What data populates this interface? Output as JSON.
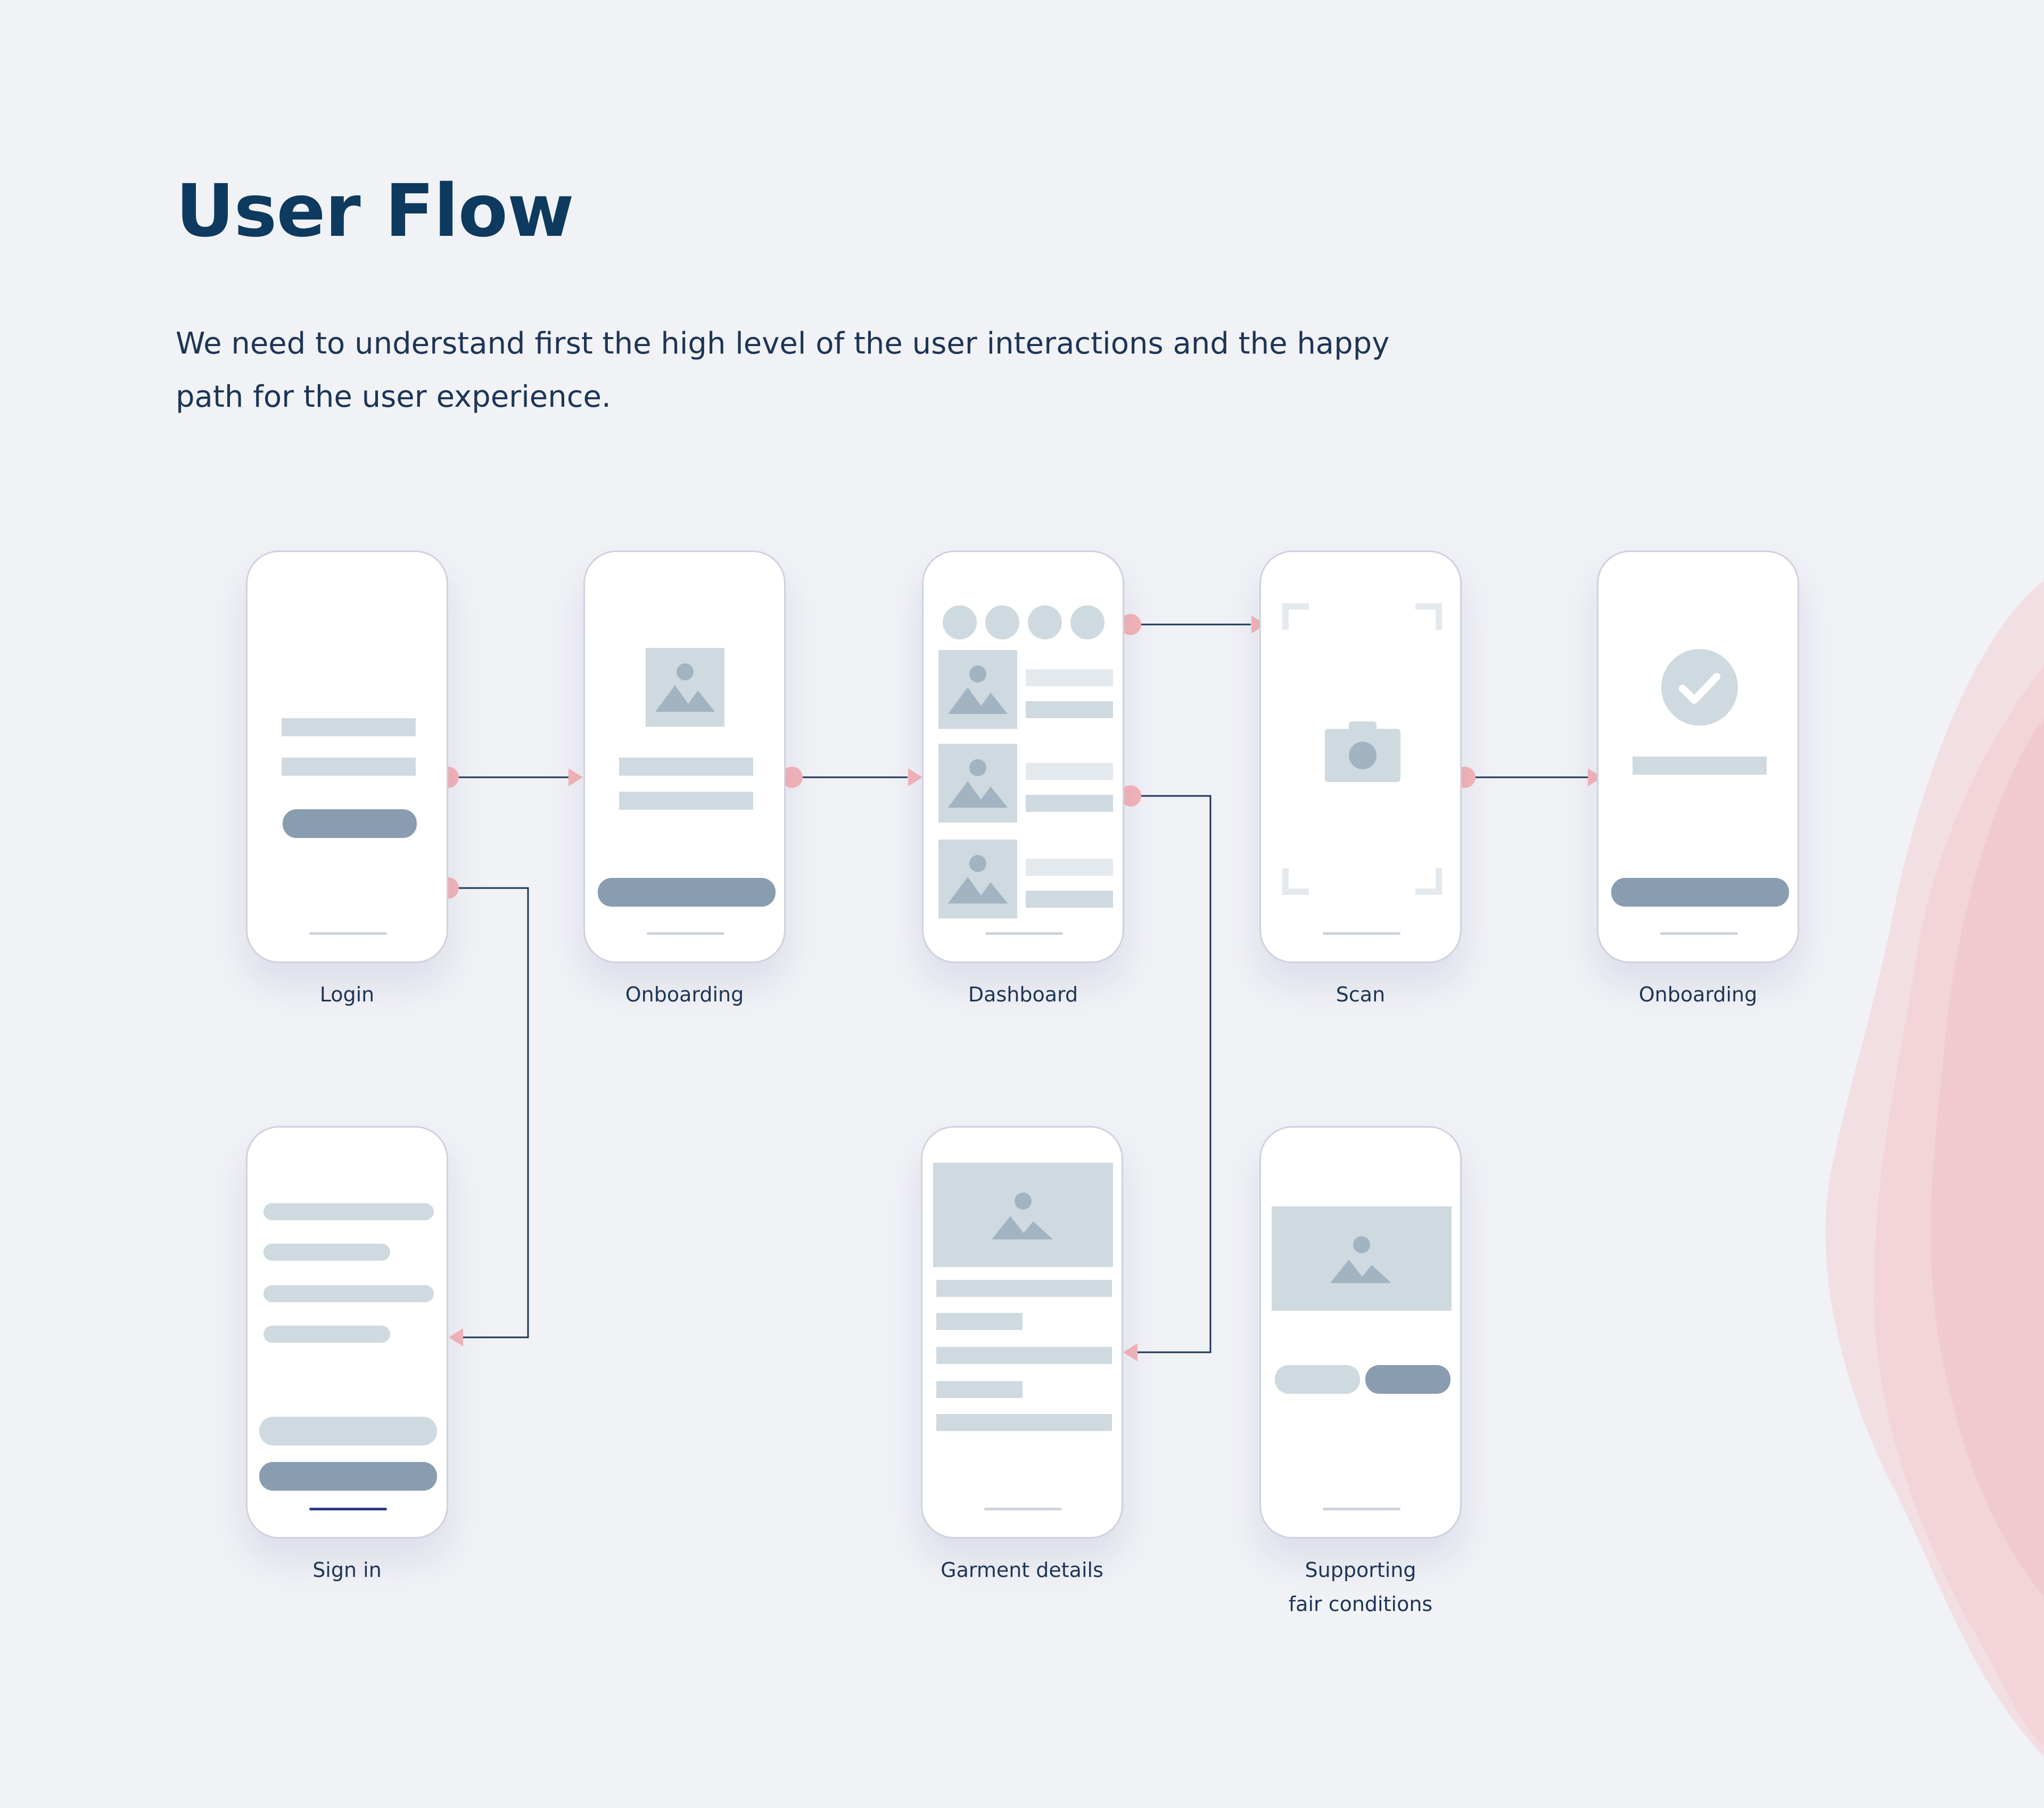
{
  "title": "User Flow",
  "description": "We need to understand first the high level of the user interactions and the happy path for the user experience.",
  "colors": {
    "background": "#f1f2f6",
    "title": "#0d3a5e",
    "connector_dot": "#f4b3b7",
    "connector_line": "#1d3556",
    "wireframe_block": "#cfd9e0",
    "wireframe_button": "#8a9db0",
    "blob": "#f2cfd4"
  },
  "screens": [
    {
      "id": "login",
      "label": "Login"
    },
    {
      "id": "onboarding-1",
      "label": "Onboarding"
    },
    {
      "id": "dashboard",
      "label": "Dashboard"
    },
    {
      "id": "scan",
      "label": "Scan"
    },
    {
      "id": "onboarding-2",
      "label": "Onboarding"
    },
    {
      "id": "sign-in",
      "label": "Sign in"
    },
    {
      "id": "garment-details",
      "label": "Garment details"
    },
    {
      "id": "supporting",
      "label_line1": "Supporting",
      "label_line2": "fair conditions"
    }
  ],
  "icons": {
    "image_placeholder": "image-icon",
    "camera": "camera-icon",
    "check": "check-icon",
    "scan_corners": "scan-frame-icon"
  },
  "flows": [
    {
      "from": "login",
      "to": "onboarding-1"
    },
    {
      "from": "login",
      "to": "sign-in"
    },
    {
      "from": "onboarding-1",
      "to": "dashboard"
    },
    {
      "from": "dashboard",
      "to": "scan"
    },
    {
      "from": "dashboard",
      "to": "garment-details"
    },
    {
      "from": "scan",
      "to": "onboarding-2"
    }
  ]
}
